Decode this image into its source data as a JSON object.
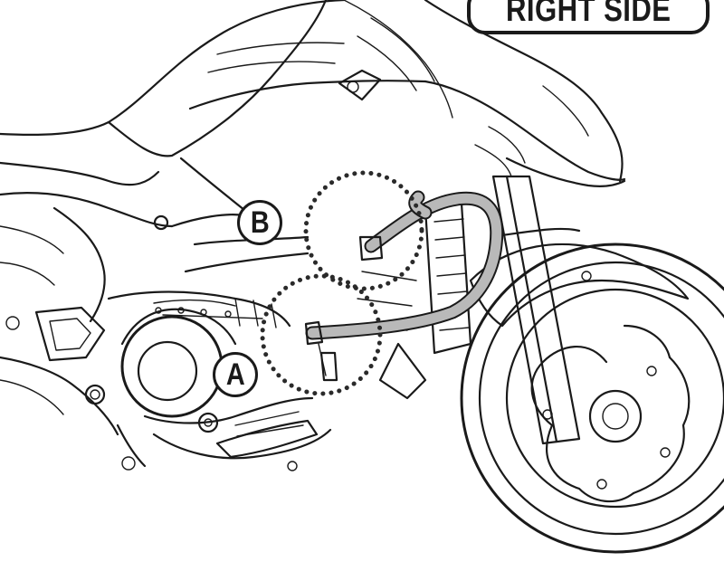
{
  "side_label": "RIGHT SIDE",
  "callouts": [
    {
      "label": "B"
    },
    {
      "label": "A"
    }
  ],
  "colors": {
    "ink": "#1a1a1a",
    "guard_tube": "#b9b9b9",
    "background": "#ffffff"
  }
}
